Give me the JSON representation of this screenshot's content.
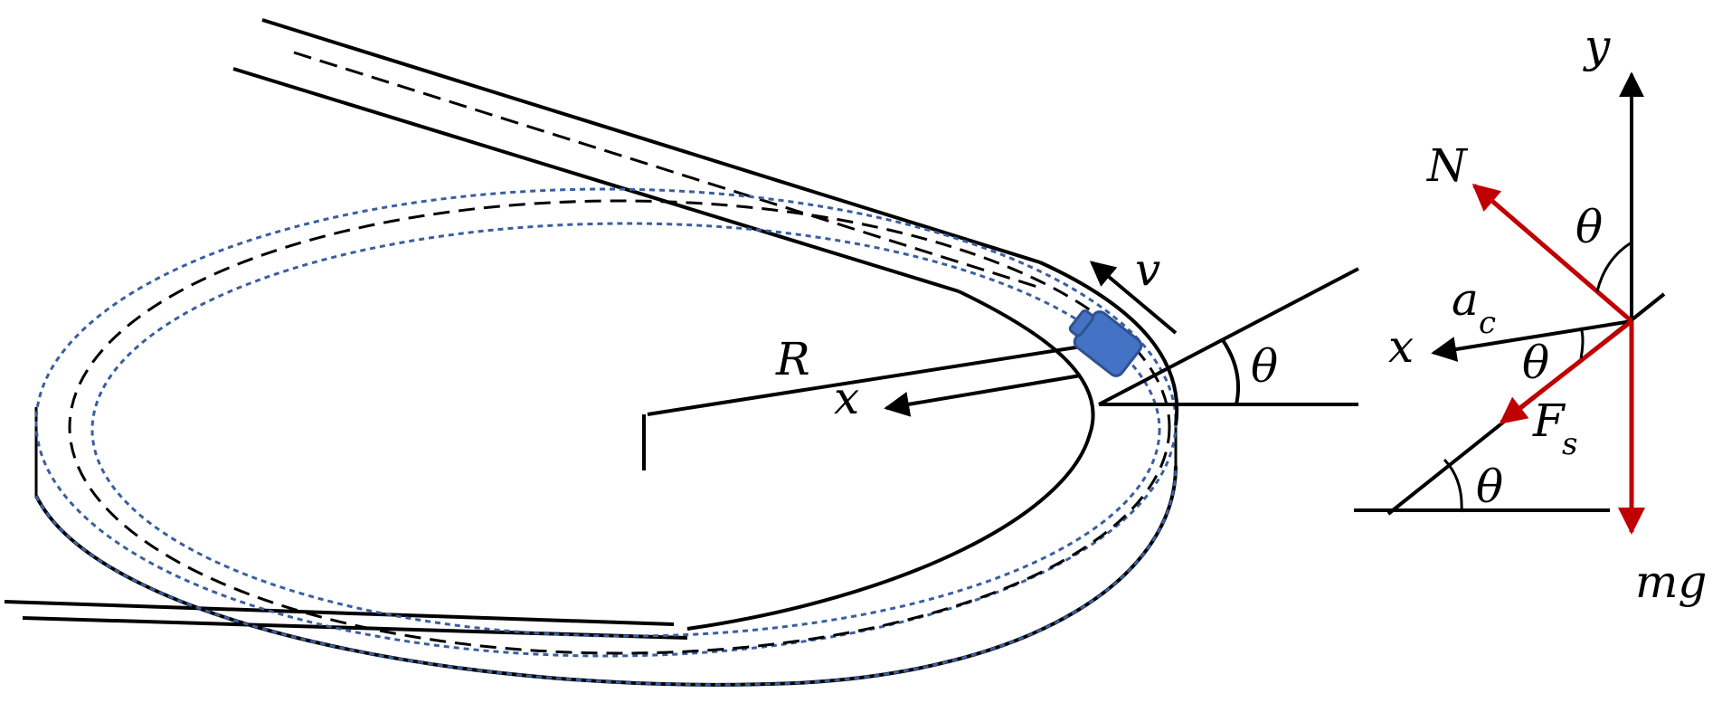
{
  "track_diagram": {
    "labels": {
      "velocity": "v",
      "radius": "R",
      "x_axis": "x",
      "bank_angle": "θ"
    }
  },
  "free_body_diagram": {
    "labels": {
      "y_axis": "y",
      "x_axis": "x",
      "normal_force": "N",
      "centripetal_accel_main": "a",
      "centripetal_accel_sub": "c",
      "friction_main": "F",
      "friction_sub": "s",
      "weight": "mg",
      "angle_top": "θ",
      "angle_mid": "θ",
      "angle_bottom": "θ"
    }
  },
  "colors": {
    "line": "#000000",
    "force": "#c00000",
    "track_dotted": "#3a5fa0",
    "car_fill": "#4472c4",
    "car_stroke": "#2f528f"
  }
}
